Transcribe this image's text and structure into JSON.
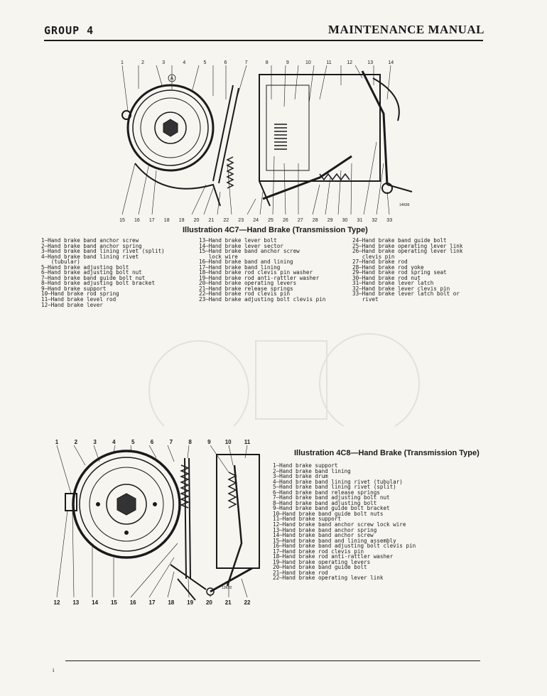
{
  "header": {
    "group": "GROUP 4",
    "title": "MAINTENANCE MANUAL"
  },
  "figure_a": {
    "caption": "Illustration 4C7—Hand Brake (Transmission Type)",
    "callouts_top": [
      "1",
      "2",
      "3",
      "4",
      "5",
      "6",
      "7",
      "8",
      "9",
      "10",
      "11",
      "12",
      "13",
      "14"
    ],
    "callouts_bottom": [
      "15",
      "16",
      "17",
      "18",
      "19",
      "20",
      "21",
      "22",
      "23",
      "24",
      "25",
      "26",
      "27",
      "28",
      "29",
      "30",
      "31",
      "32",
      "33"
    ],
    "circled_letter": "A",
    "stamp": "14K89",
    "col1": [
      "1—Hand brake band anchor screw",
      "2—Hand brake band anchor spring",
      "3—Hand brake band lining rivet (split)",
      "4—Hand brake band lining rivet",
      "   (tubular)",
      "5—Hand brake adjusting bolt",
      "6—Hand brake adjusting bolt nut",
      "7—Hand brake band guide bolt nut",
      "8—Hand brake adjusting bolt bracket",
      "9—Hand brake support",
      "10—Hand brake rod spring",
      "11—Hand brake level rod",
      "12—Hand brake lever"
    ],
    "col2": [
      "13—Hand brake lever bolt",
      "14—Hand brake lever sector",
      "15—Hand brake band anchor screw",
      "   lock wire",
      "16—Hand brake band and lining",
      "17—Hand brake band lining",
      "18—Hand brake rod clevis pin washer",
      "19—Hand brake rod anti-rattler washer",
      "20—Hand brake operating levers",
      "21—Hand brake release springs",
      "22—Hand brake rod clevis pin",
      "23—Hand brake adjusting bolt clevis pin"
    ],
    "col3": [
      "24—Hand brake band guide bolt",
      "25—Hand brake operating lever link",
      "26—Hand brake operating lever link",
      "   clevis pin",
      "27—Hand brake rod",
      "28—Hand brake rod yoke",
      "29—Hand brake rod spring seat",
      "30—Hand brake rod nut",
      "31—Hand brake lever latch",
      "32—Hand brake lever clevis pin",
      "33—Hand brake lever latch bolt or",
      "   rivet"
    ]
  },
  "figure_b": {
    "caption": "Illustration 4C8—Hand Brake (Transmission Type)",
    "callouts_top": [
      "1",
      "2",
      "3",
      "4",
      "5",
      "6",
      "7",
      "8",
      "9",
      "10",
      "11"
    ],
    "callouts_bottom": [
      "12",
      "13",
      "14",
      "15",
      "16",
      "17",
      "18",
      "19",
      "20",
      "21",
      "22"
    ],
    "stamp": "13K92",
    "list": [
      "1—Hand brake support",
      "2—Hand brake band lining",
      "3—Hand brake drum",
      "4—Hand brake band lining rivet (tubular)",
      "5—Hand brake band lining rivet (split)",
      "6—Hand brake band release springs",
      "7—Hand brake band adjusting bolt nut",
      "8—Hand brake band adjusting bolt",
      "9—Hand brake band guide bolt bracket",
      "10—Hand brake band guide bolt nuts",
      "11—Hand brake support",
      "12—Hand brake band anchor screw lock wire",
      "13—Hand brake band anchor spring",
      "14—Hand brake band anchor screw",
      "15—Hand brake band and lining assembly",
      "16—Hand brake band adjusting bolt clevis pin",
      "17—Hand brake rod clevis pin",
      "18—Hand brake rod anti-rattler washer",
      "19—Hand brake operating levers",
      "20—Hand brake band guide bolt",
      "21—Hand brake rod",
      "22—Hand brake operating lever link"
    ]
  },
  "footer": {
    "mark": "i"
  }
}
